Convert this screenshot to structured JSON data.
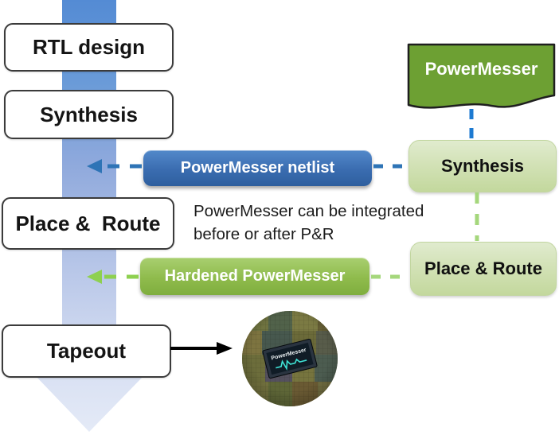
{
  "left_flow": {
    "steps": [
      {
        "label": "RTL design"
      },
      {
        "label": "Synthesis"
      },
      {
        "label": "Place &  Route"
      },
      {
        "label": "Tapeout"
      }
    ]
  },
  "powermesser_banner": {
    "label": "PowerMesser"
  },
  "right_flow": {
    "steps": [
      {
        "label": "Synthesis"
      },
      {
        "label": "Place & Route"
      }
    ]
  },
  "netlist_badge": {
    "label": "PowerMesser netlist"
  },
  "hardened_badge": {
    "label": "Hardened PowerMesser"
  },
  "note": {
    "line1": "PowerMesser can be integrated",
    "line2": "before or after P&R"
  },
  "chip_photo": {
    "label": "PowerMesser"
  },
  "icons": {
    "flow_band": "big-down-arrow",
    "banner": "wave-flag-shape",
    "chip": "die-photo-circle"
  },
  "colors": {
    "flow_band_blue_top": "#548bd4",
    "flow_band_blue_bottom": "#e4eaf7",
    "netlist_blue": "#3a6cb0",
    "banner_green": "#6da033",
    "hardened_green": "#8fbb4c",
    "stage_green_light": "#d3e2b7",
    "connector_blue": "#2e74b6",
    "connector_blue_bright": "#1d7ad1",
    "connector_green": "#a5d77c",
    "arrow_green": "#8ed050",
    "arrow_black": "#000000",
    "chip_waveform_cyan": "#3fe3d6"
  }
}
